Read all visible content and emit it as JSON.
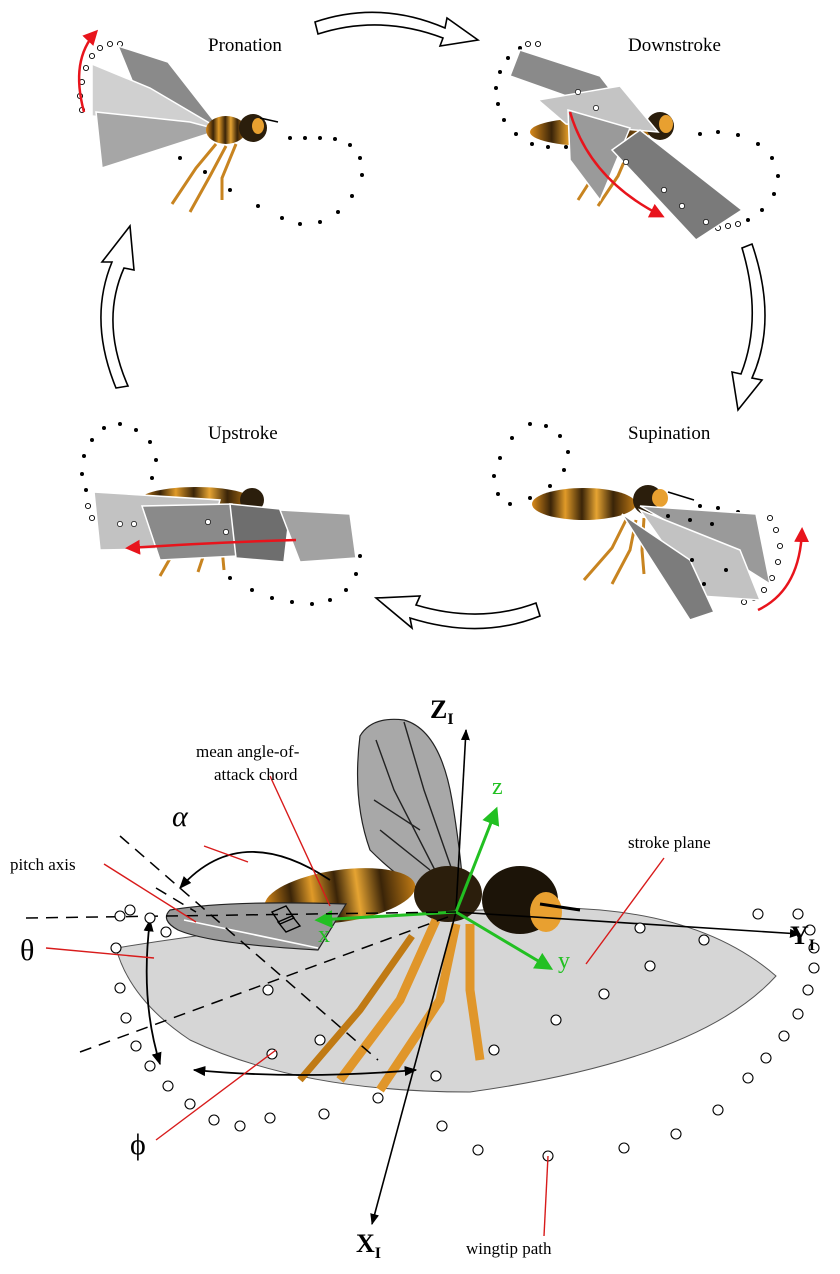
{
  "cycle": {
    "phases": [
      {
        "id": "pronation",
        "label": "Pronation"
      },
      {
        "id": "downstroke",
        "label": "Downstroke"
      },
      {
        "id": "supination",
        "label": "Supination"
      },
      {
        "id": "upstroke",
        "label": "Upstroke"
      }
    ]
  },
  "detail": {
    "axes": {
      "z_inertial": {
        "letter": "Z",
        "sub": "I"
      },
      "y_inertial": {
        "letter": "Y",
        "sub": "I"
      },
      "x_inertial": {
        "letter": "X",
        "sub": "I"
      },
      "z_body": "z",
      "y_body": "y",
      "x_body": "x"
    },
    "symbols": {
      "alpha": "α",
      "theta": "θ",
      "phi": "ϕ"
    },
    "labels": {
      "mean_chord_line1": "mean angle-of-",
      "mean_chord_line2": "attack chord",
      "stroke_plane": "stroke plane",
      "pitch_axis": "pitch axis",
      "wingtip_path": "wingtip path"
    }
  },
  "colors": {
    "body_axes": "#22c022",
    "motion_arrows": "#e8141c",
    "leader_lines": "#d81b1b",
    "wing_dark": "#7a7a7a",
    "wing_light": "#c4c4c4",
    "stroke_plane_fill": "#d6d6d6"
  }
}
